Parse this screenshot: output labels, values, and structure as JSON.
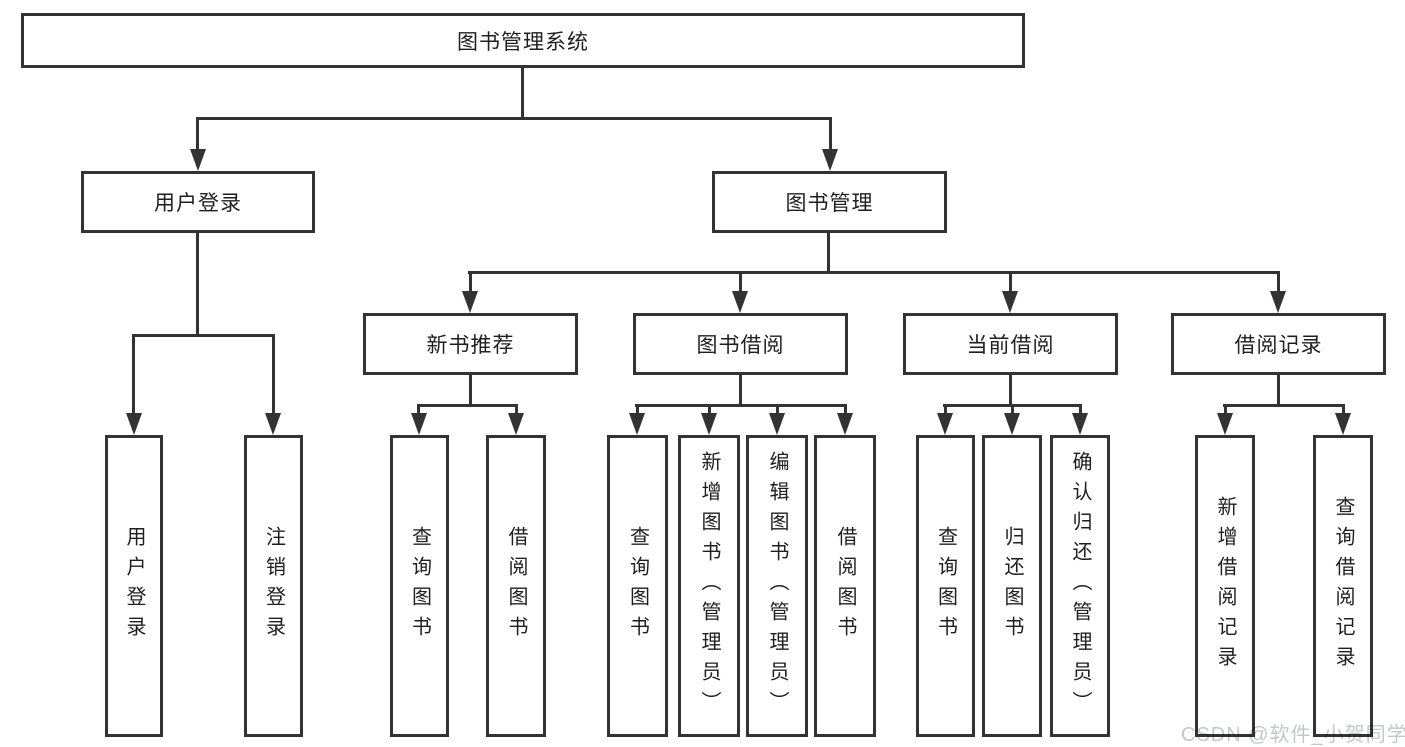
{
  "colors": {
    "line": "#333333",
    "text": "#1f1f1f",
    "background": "#ffffff",
    "watermark": "#c3c7cd"
  },
  "watermark": {
    "text": "CSDN @软件_小贺同学"
  },
  "diagram": {
    "root": {
      "label": "图书管理系统"
    },
    "branches": [
      {
        "label": "用户登录",
        "children": [
          {
            "label": "用户登录"
          },
          {
            "label": "注销登录"
          }
        ]
      },
      {
        "label": "图书管理",
        "children": [
          {
            "label": "新书推荐",
            "children": [
              {
                "label": "查询图书"
              },
              {
                "label": "借阅图书"
              }
            ]
          },
          {
            "label": "图书借阅",
            "children": [
              {
                "label": "查询图书"
              },
              {
                "label": "新增图书（管理员）"
              },
              {
                "label": "编辑图书（管理员）"
              },
              {
                "label": "借阅图书"
              }
            ]
          },
          {
            "label": "当前借阅",
            "children": [
              {
                "label": "查询图书"
              },
              {
                "label": "归还图书"
              },
              {
                "label": "确认归还（管理员）"
              }
            ]
          },
          {
            "label": "借阅记录",
            "children": [
              {
                "label": "新增借阅记录"
              },
              {
                "label": "查询借阅记录"
              }
            ]
          }
        ]
      }
    ]
  }
}
